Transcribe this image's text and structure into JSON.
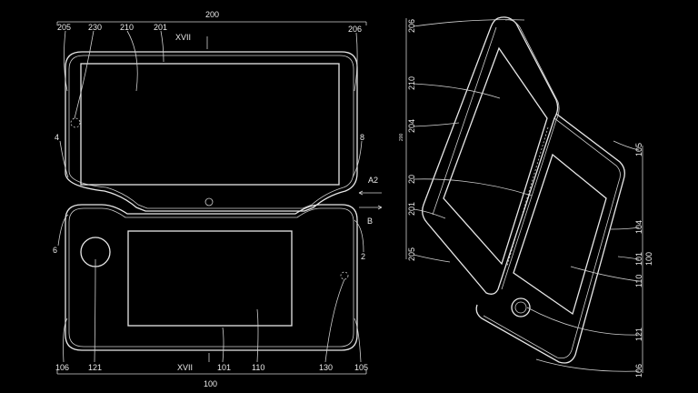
{
  "figure_left": {
    "labels": {
      "assembly_top": "200",
      "l205": "205",
      "l230": "230",
      "l210": "210",
      "l201": "201",
      "section_top": "XVII",
      "l206": "206",
      "l4": "4",
      "l8": "8",
      "arrow_a2": "A2",
      "arrow_b": "B",
      "l6": "6",
      "l2": "2",
      "l106": "106",
      "l121": "121",
      "section_bottom": "XVII",
      "l101": "101",
      "l110": "110",
      "l130": "130",
      "l105": "105",
      "assembly_bottom": "100"
    }
  },
  "figure_right": {
    "labels": {
      "l206": "206",
      "l210": "210",
      "l204": "204",
      "l200": "200",
      "l20": "20",
      "l201": "201",
      "l205": "205",
      "l105": "105",
      "l104": "104",
      "l101": "101",
      "l110": "110",
      "l100": "100",
      "l121": "121",
      "l106": "106"
    }
  },
  "colors": {
    "background": "#000000",
    "line": "#e8e8e8"
  }
}
